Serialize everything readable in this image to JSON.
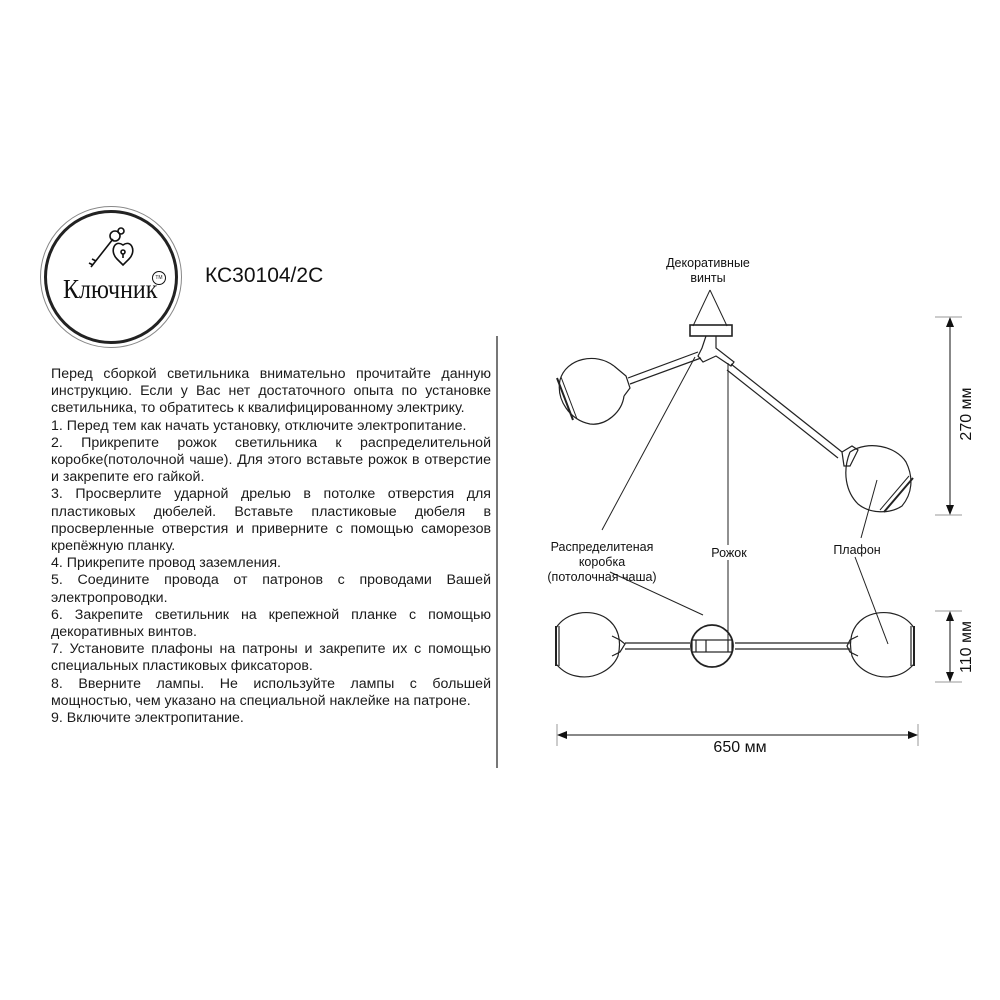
{
  "brand": {
    "logo_text": "Ключник",
    "trademark": "TM"
  },
  "model": "КС30104/2С",
  "instructions": [
    "Перед сборкой светильника внимательно прочитайте данную инструкцию. Если у Вас нет достаточного опыта по установке светильника, то обратитесь к квалифицированному электрику.",
    "1. Перед тем как начать установку, отключите электропитание.",
    "2. Прикрепите рожок светильника к распределительной коробке(потолочной чаше). Для этого вставьте рожок в отверстие и закрепите его гайкой.",
    "3. Просверлите ударной дрелью в потолке отверстия для пластиковых дюбелей. Вставьте пластиковые дюбеля в просверленные отверстия и приверните с помощью саморезов крепёжную планку.",
    "4. Прикрепите провод заземления.",
    "5. Соедините провода от патронов с проводами Вашей электропроводки.",
    "6. Закрепите светильник на крепежной планке с помощью декоративных винтов.",
    "7. Установите плафоны на патроны и закрепите их с помощью специальных пластиковых фиксаторов.",
    "8. Вверните лампы. Не используйте лампы с большей мощностью, чем указано на специальной наклейке на патроне.",
    "9. Включите электропитание."
  ],
  "diagram": {
    "labels": {
      "decorative_screws_line1": "Декоративные",
      "decorative_screws_line2": "винты",
      "junction_box_line1": "Распределитеная",
      "junction_box_line2": "коробка",
      "junction_box_line3": "(потолочная чаша)",
      "arm": "Рожок",
      "shade": "Плафон"
    },
    "dimensions": {
      "height": "270 мм",
      "depth": "110 мм",
      "width": "650 мм"
    }
  }
}
